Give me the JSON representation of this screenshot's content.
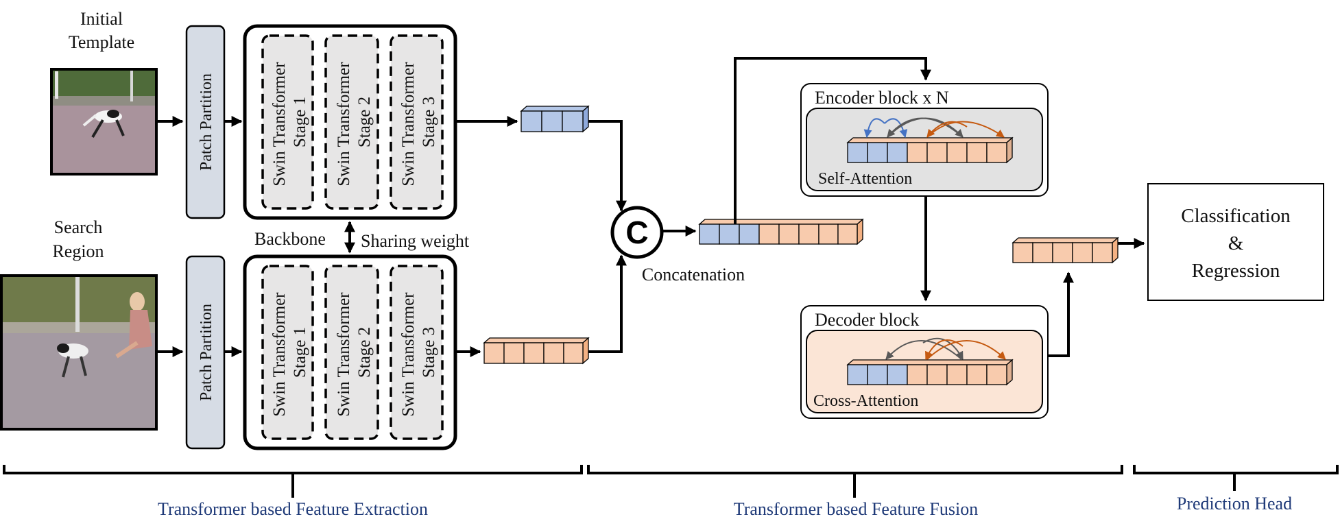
{
  "inputs": {
    "template_label_line1": "Initial",
    "template_label_line2": "Template",
    "search_label_line1": "Search",
    "search_label_line2": "Region"
  },
  "extraction": {
    "patch_partition_label": "Patch Partition",
    "stage_line1": "Swin Transformer",
    "stage_labels": [
      "Stage 1",
      "Stage 2",
      "Stage 3"
    ],
    "backbone_label": "Backbone",
    "sharing_label": "Sharing weight"
  },
  "fusion": {
    "concat_symbol": "C",
    "concat_label": "Concatenation",
    "encoder_label": "Encoder block x N",
    "self_attention_label": "Self-Attention",
    "decoder_label": "Decoder block",
    "cross_attention_label": "Cross-Attention"
  },
  "head": {
    "line1": "Classification",
    "line2": "&",
    "line3": "Regression"
  },
  "sections": {
    "extraction": "Transformer based Feature Extraction",
    "fusion": "Transformer based Feature Fusion",
    "prediction": "Prediction Head"
  },
  "colors": {
    "template_token": "#b4c7e7",
    "search_token": "#f8cbad",
    "patch_box": "#d6dce5",
    "stage_fill": "#e7e6e6",
    "self_attn_bg": "#e2e2e2",
    "cross_attn_bg": "#fbe5d6",
    "arrow_blue": "#4472c4",
    "arrow_gray": "#595959",
    "arrow_orange": "#c55a11",
    "section_text": "#1f3a78"
  }
}
